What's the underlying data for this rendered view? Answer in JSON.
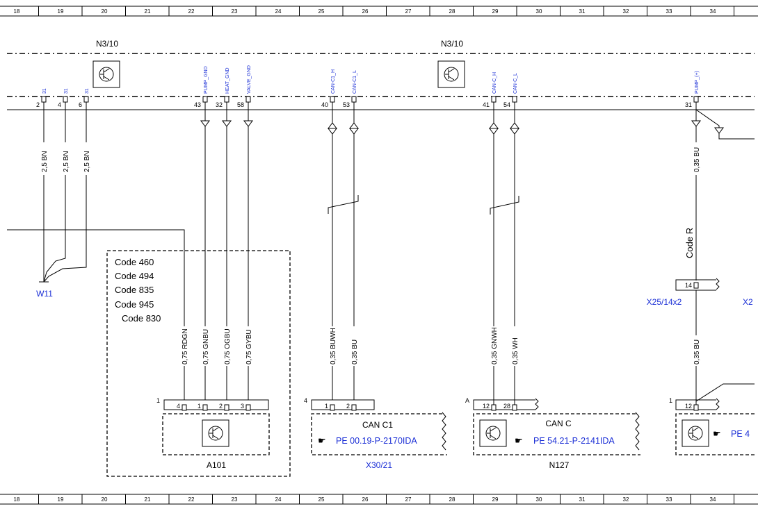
{
  "ruler_columns": [
    "18",
    "19",
    "20",
    "21",
    "22",
    "23",
    "24",
    "25",
    "26",
    "27",
    "28",
    "29",
    "30",
    "31",
    "32",
    "33",
    "34"
  ],
  "components": {
    "n3_10_left": "N3/10",
    "n3_10_right": "N3/10",
    "a101": "A101",
    "x30_21": "X30/21",
    "n127": "N127",
    "w11": "W11",
    "x25_14x2": "X25/14x2",
    "x2_partial": "X2"
  },
  "pins": [
    {
      "id": "p2",
      "name": "31",
      "num": "2"
    },
    {
      "id": "p4",
      "name": "31",
      "num": "4"
    },
    {
      "id": "p6",
      "name": "31",
      "num": "6"
    },
    {
      "id": "p43",
      "name": "PUMP_GND",
      "num": "43"
    },
    {
      "id": "p32",
      "name": "HEAT_GND",
      "num": "32"
    },
    {
      "id": "p58",
      "name": "VALVE_GND",
      "num": "58"
    },
    {
      "id": "p40",
      "name": "CAN-C1_H",
      "num": "40"
    },
    {
      "id": "p53",
      "name": "CAN-C1_L",
      "num": "53"
    },
    {
      "id": "p41",
      "name": "CAN-C_H",
      "num": "41"
    },
    {
      "id": "p54",
      "name": "CAN-C_L",
      "num": "54"
    },
    {
      "id": "p31",
      "name": "PUMP_(+)",
      "num": "31"
    }
  ],
  "wires": {
    "w2": "2,5 BN",
    "w4": "2,5 BN",
    "w6": "2,5 BN",
    "rdgn": "0,75 RDGN",
    "gnbu": "0,75 GNBU",
    "ogbu": "0,75 OGBU",
    "gybu": "0,75 GYBU",
    "buwh": "0,35 BUWH",
    "bu_c1": "0,35 BU",
    "gnwh": "0,35 GNWH",
    "wh": "0,35 WH",
    "bu_pump_top": "0,35 BU",
    "bu_pump_bottom": "0,35 BU"
  },
  "code_labels": [
    "Code 460",
    "Code 494",
    "Code 835",
    "Code 945",
    "Code 830"
  ],
  "code_r": "Code R",
  "connectors": {
    "a101_marker": "1",
    "a101_pins": [
      "4",
      "1",
      "2",
      "3"
    ],
    "x30_marker": "4",
    "x30_pins": [
      "1",
      "2"
    ],
    "n127_marker": "A",
    "n127_pins": [
      "12",
      "28"
    ],
    "x25_pin": "14",
    "right_marker": "1",
    "right_pin": "12"
  },
  "blocks": {
    "can_c1_title": "CAN C1",
    "can_c1_ref": "PE 00.19-P-2170IDA",
    "can_c_title": "CAN C",
    "can_c_ref": "PE 54.21-P-2141IDA",
    "right_ref_partial": "PE 4"
  },
  "colors": {
    "line": "#000000",
    "ref_blue": "#1a2ed6",
    "background": "#ffffff"
  }
}
